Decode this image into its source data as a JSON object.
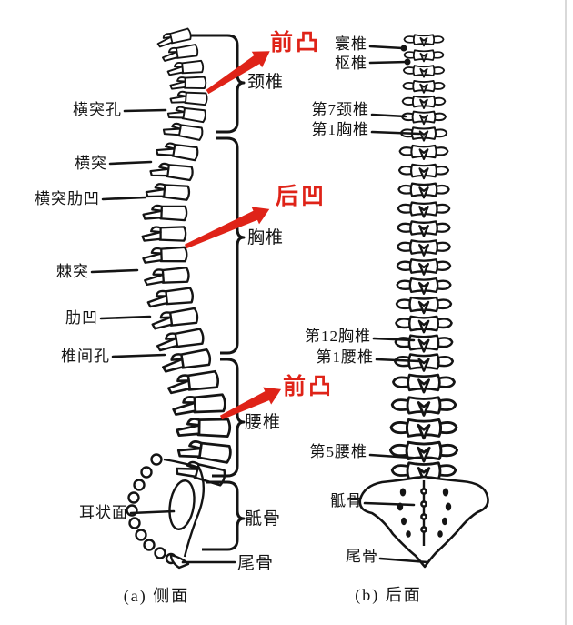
{
  "colors": {
    "background": "#ffffff",
    "ink": "#141414",
    "annotation_red": "#df2318",
    "frame_line": "#d9d9d9"
  },
  "side_view": {
    "caption": "(a) 侧面",
    "feature_labels": [
      "横突孔",
      "横突",
      "横突肋凹",
      "棘突",
      "肋凹",
      "椎间孔",
      "耳状面"
    ],
    "region_labels": [
      "颈椎",
      "胸椎",
      "腰椎",
      "骶骨",
      "尾骨"
    ],
    "curvature_annotations": [
      "前凸",
      "后凹",
      "前凸"
    ]
  },
  "rear_view": {
    "caption": "(b) 后面",
    "level_labels": [
      "寰椎",
      "枢椎",
      "第7颈椎",
      "第1胸椎",
      "第12胸椎",
      "第1腰椎",
      "第5腰椎",
      "骶骨",
      "尾骨"
    ]
  }
}
